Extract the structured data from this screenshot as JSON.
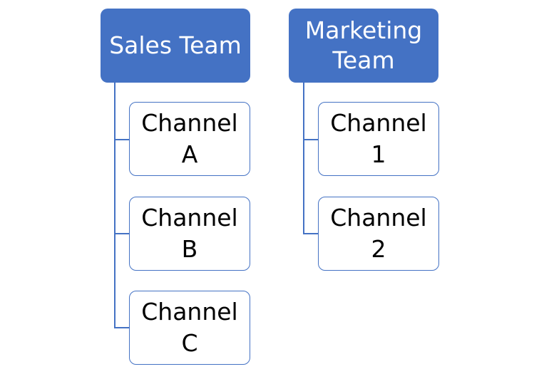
{
  "diagram": {
    "colors": {
      "head_fill": "#4472c4",
      "child_border": "#4472c4",
      "connector": "#4472c4"
    },
    "teams": [
      {
        "name": "Sales Team",
        "children": [
          "Channel\nA",
          "Channel\nB",
          "Channel\nC"
        ]
      },
      {
        "name": "Marketing\nTeam",
        "children": [
          "Channel\n1",
          "Channel\n2"
        ]
      }
    ]
  }
}
